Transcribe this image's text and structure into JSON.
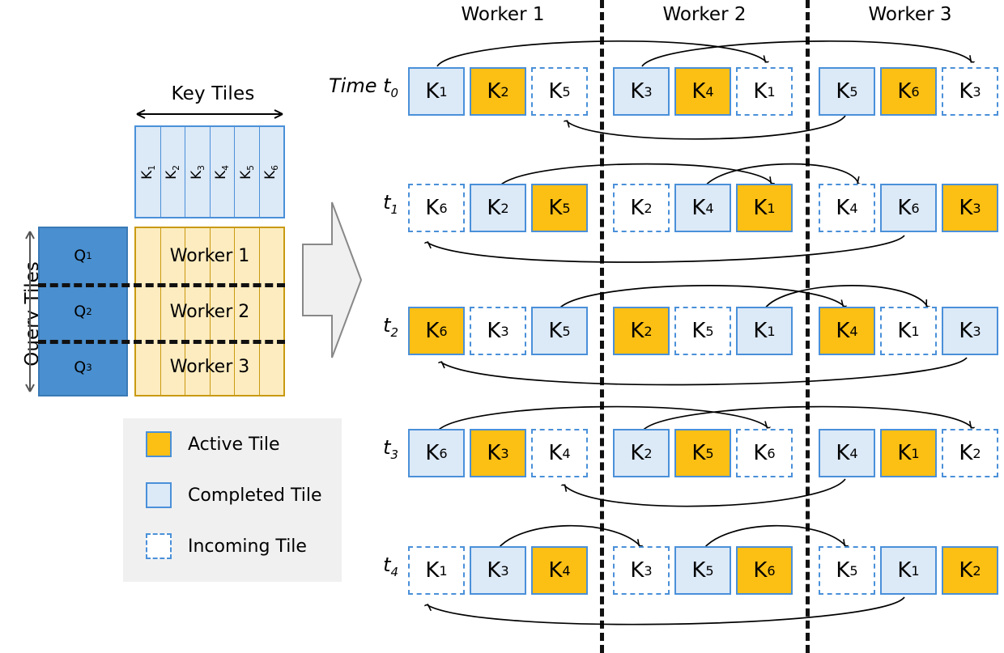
{
  "left_panel": {
    "key_tiles_label": "Key Tiles",
    "query_tiles_label": "Query Tiles",
    "key_tiles": [
      "K1",
      "K2",
      "K3",
      "K4",
      "K5",
      "K6"
    ],
    "key_tile_names": [
      "K",
      "K",
      "K",
      "K",
      "K",
      "K"
    ],
    "key_tile_subs": [
      "1",
      "2",
      "3",
      "4",
      "5",
      "6"
    ],
    "query_tiles": [
      {
        "name": "Q",
        "sub": "1"
      },
      {
        "name": "Q",
        "sub": "2"
      },
      {
        "name": "Q",
        "sub": "3"
      }
    ],
    "worker_rows": [
      "Worker 1",
      "Worker 2",
      "Worker 3"
    ]
  },
  "legend": {
    "items": [
      {
        "label": "Active Tile",
        "style": "active",
        "color": "#fcbf13"
      },
      {
        "label": "Completed Tile",
        "style": "completed",
        "color": "#dce9f7"
      },
      {
        "label": "Incoming Tile",
        "style": "incoming",
        "color": "#ffffff"
      }
    ]
  },
  "colors": {
    "active": "#fcbf13",
    "completed": "#dce9f7",
    "incoming": "#ffffff",
    "tile_border": "#4a90d9",
    "query_fill": "#4a8fcf",
    "worker_fill": "#fdecc0",
    "worker_border": "#c99a12",
    "legend_bg": "#f0f0f0",
    "separator": "#111111"
  },
  "timeline": {
    "worker_headers": [
      "Worker 1",
      "Worker 2",
      "Worker 3"
    ],
    "rows": [
      {
        "time_label": "Time t0",
        "time_prefix": "Time t",
        "time_sub": "0",
        "workers": [
          {
            "tiles": [
              {
                "name": "K",
                "sub": "1",
                "state": "completed"
              },
              {
                "name": "K",
                "sub": "2",
                "state": "active"
              },
              {
                "name": "K",
                "sub": "5",
                "state": "incoming"
              }
            ]
          },
          {
            "tiles": [
              {
                "name": "K",
                "sub": "3",
                "state": "completed"
              },
              {
                "name": "K",
                "sub": "4",
                "state": "active"
              },
              {
                "name": "K",
                "sub": "1",
                "state": "incoming"
              }
            ]
          },
          {
            "tiles": [
              {
                "name": "K",
                "sub": "5",
                "state": "completed"
              },
              {
                "name": "K",
                "sub": "6",
                "state": "active"
              },
              {
                "name": "K",
                "sub": "3",
                "state": "incoming"
              }
            ]
          }
        ]
      },
      {
        "time_label": "t1",
        "time_prefix": "t",
        "time_sub": "1",
        "workers": [
          {
            "tiles": [
              {
                "name": "K",
                "sub": "6",
                "state": "incoming"
              },
              {
                "name": "K",
                "sub": "2",
                "state": "completed"
              },
              {
                "name": "K",
                "sub": "5",
                "state": "active"
              }
            ]
          },
          {
            "tiles": [
              {
                "name": "K",
                "sub": "2",
                "state": "incoming"
              },
              {
                "name": "K",
                "sub": "4",
                "state": "completed"
              },
              {
                "name": "K",
                "sub": "1",
                "state": "active"
              }
            ]
          },
          {
            "tiles": [
              {
                "name": "K",
                "sub": "4",
                "state": "incoming"
              },
              {
                "name": "K",
                "sub": "6",
                "state": "completed"
              },
              {
                "name": "K",
                "sub": "3",
                "state": "active"
              }
            ]
          }
        ]
      },
      {
        "time_label": "t2",
        "time_prefix": "t",
        "time_sub": "2",
        "workers": [
          {
            "tiles": [
              {
                "name": "K",
                "sub": "6",
                "state": "active"
              },
              {
                "name": "K",
                "sub": "3",
                "state": "incoming"
              },
              {
                "name": "K",
                "sub": "5",
                "state": "completed"
              }
            ]
          },
          {
            "tiles": [
              {
                "name": "K",
                "sub": "2",
                "state": "active"
              },
              {
                "name": "K",
                "sub": "5",
                "state": "incoming"
              },
              {
                "name": "K",
                "sub": "1",
                "state": "completed"
              }
            ]
          },
          {
            "tiles": [
              {
                "name": "K",
                "sub": "4",
                "state": "active"
              },
              {
                "name": "K",
                "sub": "1",
                "state": "incoming"
              },
              {
                "name": "K",
                "sub": "3",
                "state": "completed"
              }
            ]
          }
        ]
      },
      {
        "time_label": "t3",
        "time_prefix": "t",
        "time_sub": "3",
        "workers": [
          {
            "tiles": [
              {
                "name": "K",
                "sub": "6",
                "state": "completed"
              },
              {
                "name": "K",
                "sub": "3",
                "state": "active"
              },
              {
                "name": "K",
                "sub": "4",
                "state": "incoming"
              }
            ]
          },
          {
            "tiles": [
              {
                "name": "K",
                "sub": "2",
                "state": "completed"
              },
              {
                "name": "K",
                "sub": "5",
                "state": "active"
              },
              {
                "name": "K",
                "sub": "6",
                "state": "incoming"
              }
            ]
          },
          {
            "tiles": [
              {
                "name": "K",
                "sub": "4",
                "state": "completed"
              },
              {
                "name": "K",
                "sub": "1",
                "state": "active"
              },
              {
                "name": "K",
                "sub": "2",
                "state": "incoming"
              }
            ]
          }
        ]
      },
      {
        "time_label": "t4",
        "time_prefix": "t",
        "time_sub": "4",
        "workers": [
          {
            "tiles": [
              {
                "name": "K",
                "sub": "1",
                "state": "incoming"
              },
              {
                "name": "K",
                "sub": "3",
                "state": "completed"
              },
              {
                "name": "K",
                "sub": "4",
                "state": "active"
              }
            ]
          },
          {
            "tiles": [
              {
                "name": "K",
                "sub": "3",
                "state": "incoming"
              },
              {
                "name": "K",
                "sub": "5",
                "state": "completed"
              },
              {
                "name": "K",
                "sub": "6",
                "state": "active"
              }
            ]
          },
          {
            "tiles": [
              {
                "name": "K",
                "sub": "5",
                "state": "incoming"
              },
              {
                "name": "K",
                "sub": "1",
                "state": "completed"
              },
              {
                "name": "K",
                "sub": "2",
                "state": "active"
              }
            ]
          }
        ]
      }
    ]
  }
}
